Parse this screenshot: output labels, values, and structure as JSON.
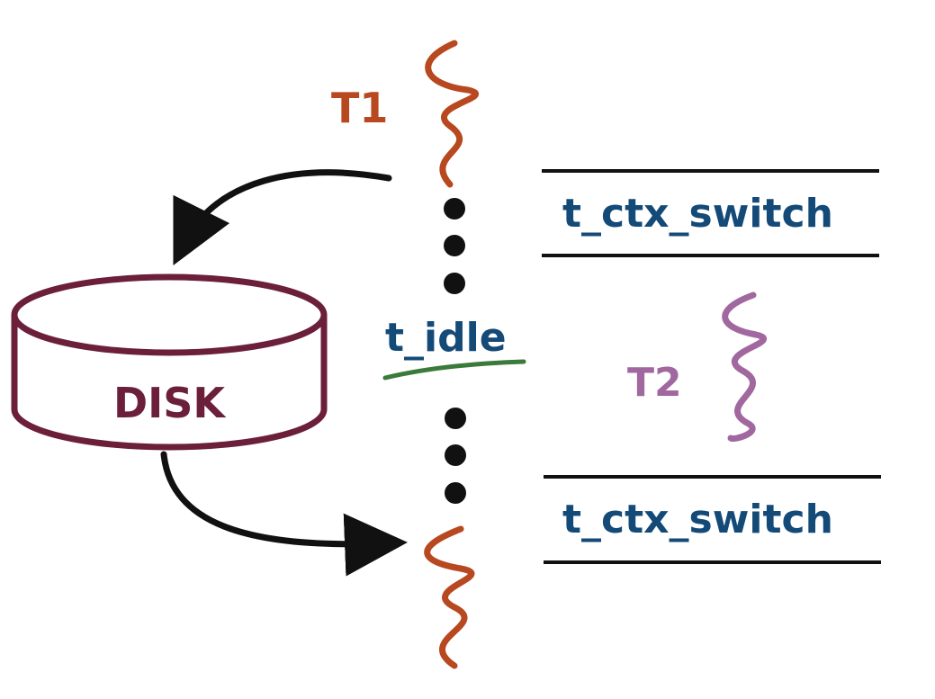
{
  "labels": {
    "t1": "T1",
    "t2": "T2",
    "disk": "DISK",
    "idle": "t_idle",
    "ctx_switch_top": "t_ctx_switch",
    "ctx_switch_bottom": "t_ctx_switch"
  },
  "colors": {
    "t1": "#b8481f",
    "t2": "#a0689f",
    "disk": "#6b1f3a",
    "label_blue": "#144a78",
    "underline": "#3a7a3a",
    "line": "#111111"
  }
}
